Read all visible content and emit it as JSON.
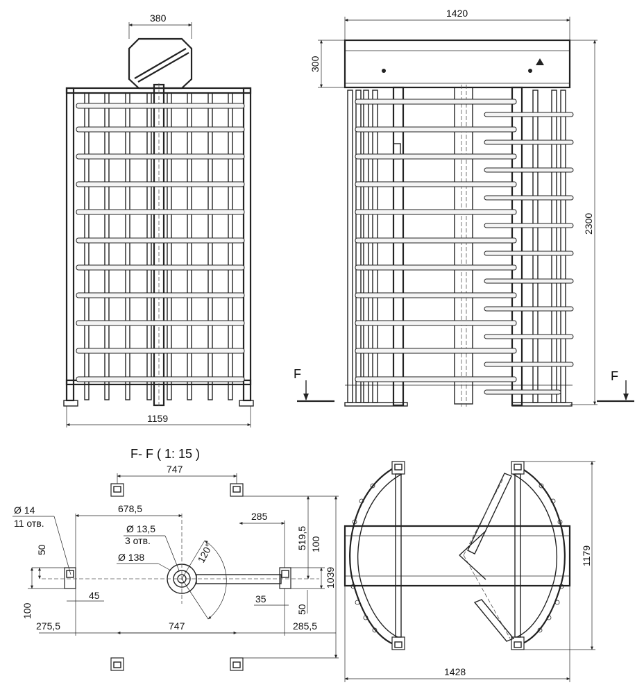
{
  "front_view": {
    "top_width": "380",
    "bottom_width": "1159"
  },
  "side_view": {
    "top_width": "1420",
    "head_height": "300",
    "total_height": "2300",
    "section_mark_left": "F",
    "section_mark_right": "F"
  },
  "section_view": {
    "title": "F- F ( 1: 15 )",
    "dims": {
      "d747_top": "747",
      "d6785": "678,5",
      "d285": "285",
      "d5195": "519,5",
      "d100_right": "100",
      "d1039": "1039",
      "d14": "Ø 14",
      "holes11": "11 отв.",
      "d135": "Ø 13,5",
      "holes3": "3 отв.",
      "d138": "Ø 138",
      "angle": "120°",
      "d50_left": "50",
      "d45": "45",
      "d100_left": "100",
      "d35": "35",
      "d50_right": "50",
      "d2755": "275,5",
      "d747_bottom": "747",
      "d2855": "285,5"
    }
  },
  "plan_view": {
    "height": "1179",
    "width": "1428"
  }
}
